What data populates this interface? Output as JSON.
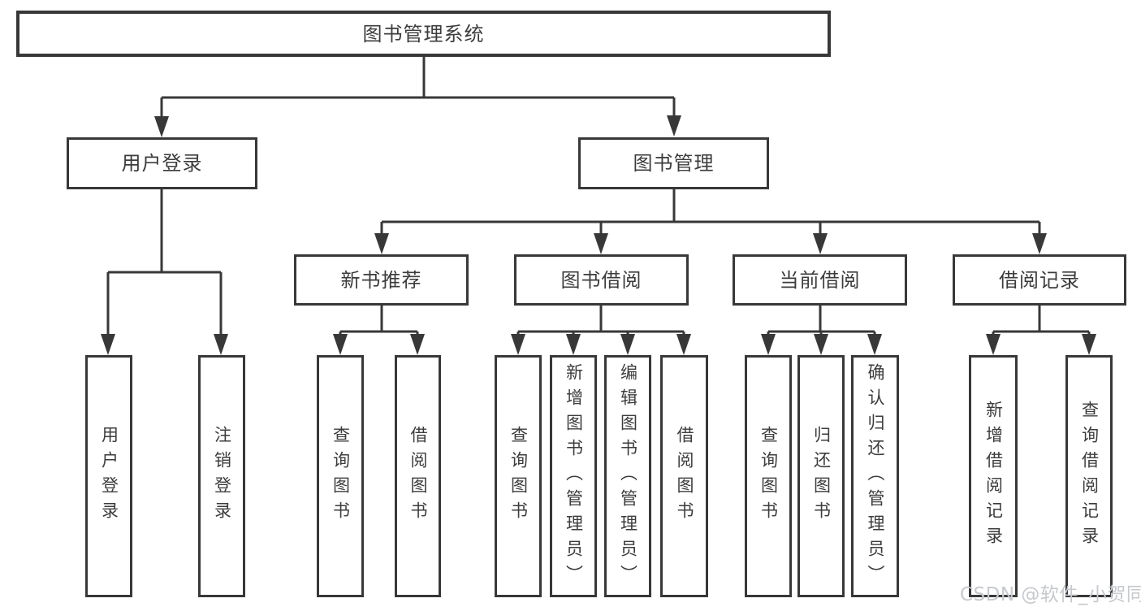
{
  "title": "图书管理系统",
  "level2": [
    {
      "label": "用户登录"
    },
    {
      "label": "图书管理"
    }
  ],
  "level3": [
    {
      "label": "新书推荐"
    },
    {
      "label": "图书借阅"
    },
    {
      "label": "当前借阅"
    },
    {
      "label": "借阅记录"
    }
  ],
  "leaves": {
    "user": [
      {
        "label": "用户登录"
      },
      {
        "label": "注销登录"
      }
    ],
    "recommend": [
      {
        "label": "查询图书"
      },
      {
        "label": "借阅图书"
      }
    ],
    "borrow": [
      {
        "label": "查询图书"
      },
      {
        "label": "新增图书（管理员）"
      },
      {
        "label": "编辑图书（管理员）"
      },
      {
        "label": "借阅图书"
      }
    ],
    "current": [
      {
        "label": "查询图书"
      },
      {
        "label": "归还图书"
      },
      {
        "label": "确认归还（管理员）"
      }
    ],
    "records": [
      {
        "label": "新增借阅记录"
      },
      {
        "label": "查询借阅记录"
      }
    ]
  },
  "watermark": {
    "text": "CSDN @软件_小贺同学",
    "color": "#c6c9ce"
  },
  "colors": {
    "line": "#383838",
    "text": "#3c3c3c",
    "background": "#ffffff"
  }
}
